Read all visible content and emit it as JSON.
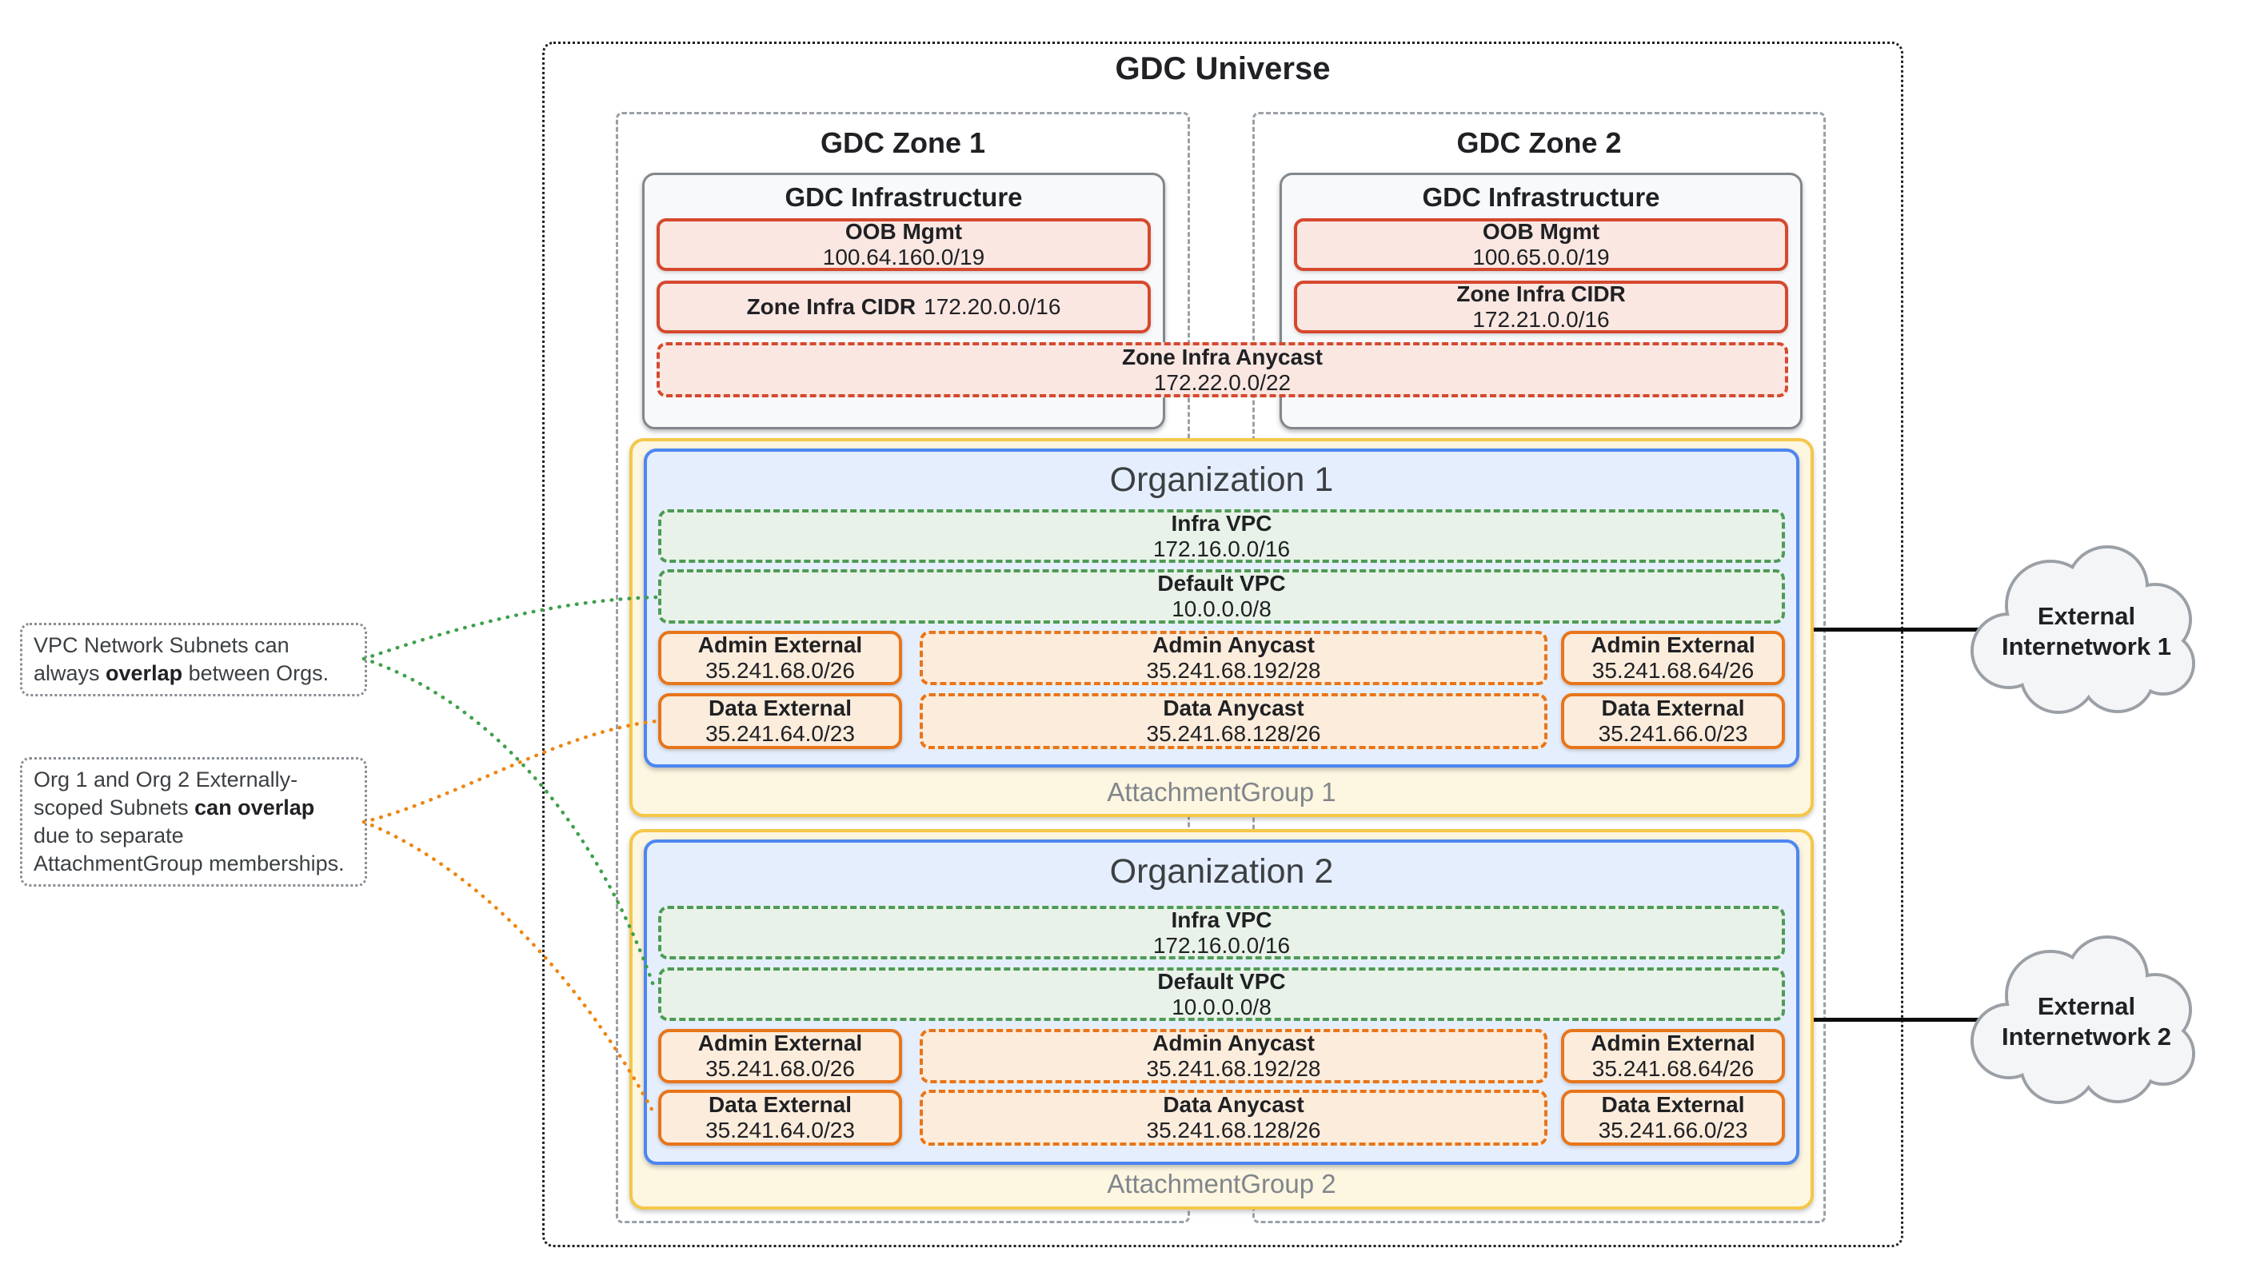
{
  "universe": {
    "title": "GDC Universe"
  },
  "zones": [
    {
      "title": "GDC Zone 1",
      "infrastructure": {
        "title": "GDC Infrastructure",
        "oob": {
          "label": "OOB Mgmt",
          "cidr": "100.64.160.0/19"
        },
        "cidr": {
          "label": "Zone Infra CIDR",
          "value": "172.20.0.0/16"
        }
      }
    },
    {
      "title": "GDC Zone 2",
      "infrastructure": {
        "title": "GDC Infrastructure",
        "oob": {
          "label": "OOB Mgmt",
          "cidr": "100.65.0.0/19"
        },
        "cidr": {
          "label": "Zone Infra CIDR",
          "value": "172.21.0.0/16"
        }
      }
    }
  ],
  "anycast": {
    "label": "Zone Infra Anycast",
    "cidr": "172.22.0.0/22"
  },
  "attachment_groups": [
    {
      "label": "AttachmentGroup 1",
      "organization": {
        "title": "Organization 1",
        "vpcs": [
          {
            "label": "Infra VPC",
            "cidr": "172.16.0.0/16"
          },
          {
            "label": "Default VPC",
            "cidr": "10.0.0.0/8"
          }
        ],
        "admin_row": [
          {
            "label": "Admin External",
            "cidr": "35.241.68.0/26"
          },
          {
            "label": "Admin Anycast",
            "cidr": "35.241.68.192/28"
          },
          {
            "label": "Admin External",
            "cidr": "35.241.68.64/26"
          }
        ],
        "data_row": [
          {
            "label": "Data External",
            "cidr": "35.241.64.0/23"
          },
          {
            "label": "Data Anycast",
            "cidr": "35.241.68.128/26"
          },
          {
            "label": "Data External",
            "cidr": "35.241.66.0/23"
          }
        ]
      }
    },
    {
      "label": "AttachmentGroup 2",
      "organization": {
        "title": "Organization 2",
        "vpcs": [
          {
            "label": "Infra VPC",
            "cidr": "172.16.0.0/16"
          },
          {
            "label": "Default VPC",
            "cidr": "10.0.0.0/8"
          }
        ],
        "admin_row": [
          {
            "label": "Admin External",
            "cidr": "35.241.68.0/26"
          },
          {
            "label": "Admin Anycast",
            "cidr": "35.241.68.192/28"
          },
          {
            "label": "Admin External",
            "cidr": "35.241.68.64/26"
          }
        ],
        "data_row": [
          {
            "label": "Data External",
            "cidr": "35.241.64.0/23"
          },
          {
            "label": "Data Anycast",
            "cidr": "35.241.68.128/26"
          },
          {
            "label": "Data External",
            "cidr": "35.241.66.0/23"
          }
        ]
      }
    }
  ],
  "annotations": [
    {
      "pre": "VPC Network Subnets can always ",
      "bold": "overlap",
      "post": " between Orgs."
    },
    {
      "pre": "Org 1 and Org 2 Externally-scoped Subnets ",
      "bold": "can overlap",
      "post": " due to separate AttachmentGroup memberships."
    }
  ],
  "clouds": [
    {
      "line1": "External",
      "line2": "Internetwork 1"
    },
    {
      "line1": "External",
      "line2": "Internetwork 2"
    }
  ],
  "colors": {
    "red_border": "#d5492f",
    "red_bg": "#fae7e2",
    "green_border": "#4d9b57",
    "green_bg": "#e9f2e8",
    "orange_border": "#e8751a",
    "orange_bg": "#fcecdc",
    "blue_border": "#4c86f0",
    "blue_bg": "#e5eefc",
    "yellow_border": "#f5c748",
    "yellow_bg": "#fdf6e0",
    "gray_border": "#9aa0a6",
    "infra_bg": "#f8f9fa",
    "connector_green": "#3fa04b",
    "connector_orange": "#ee8512"
  }
}
